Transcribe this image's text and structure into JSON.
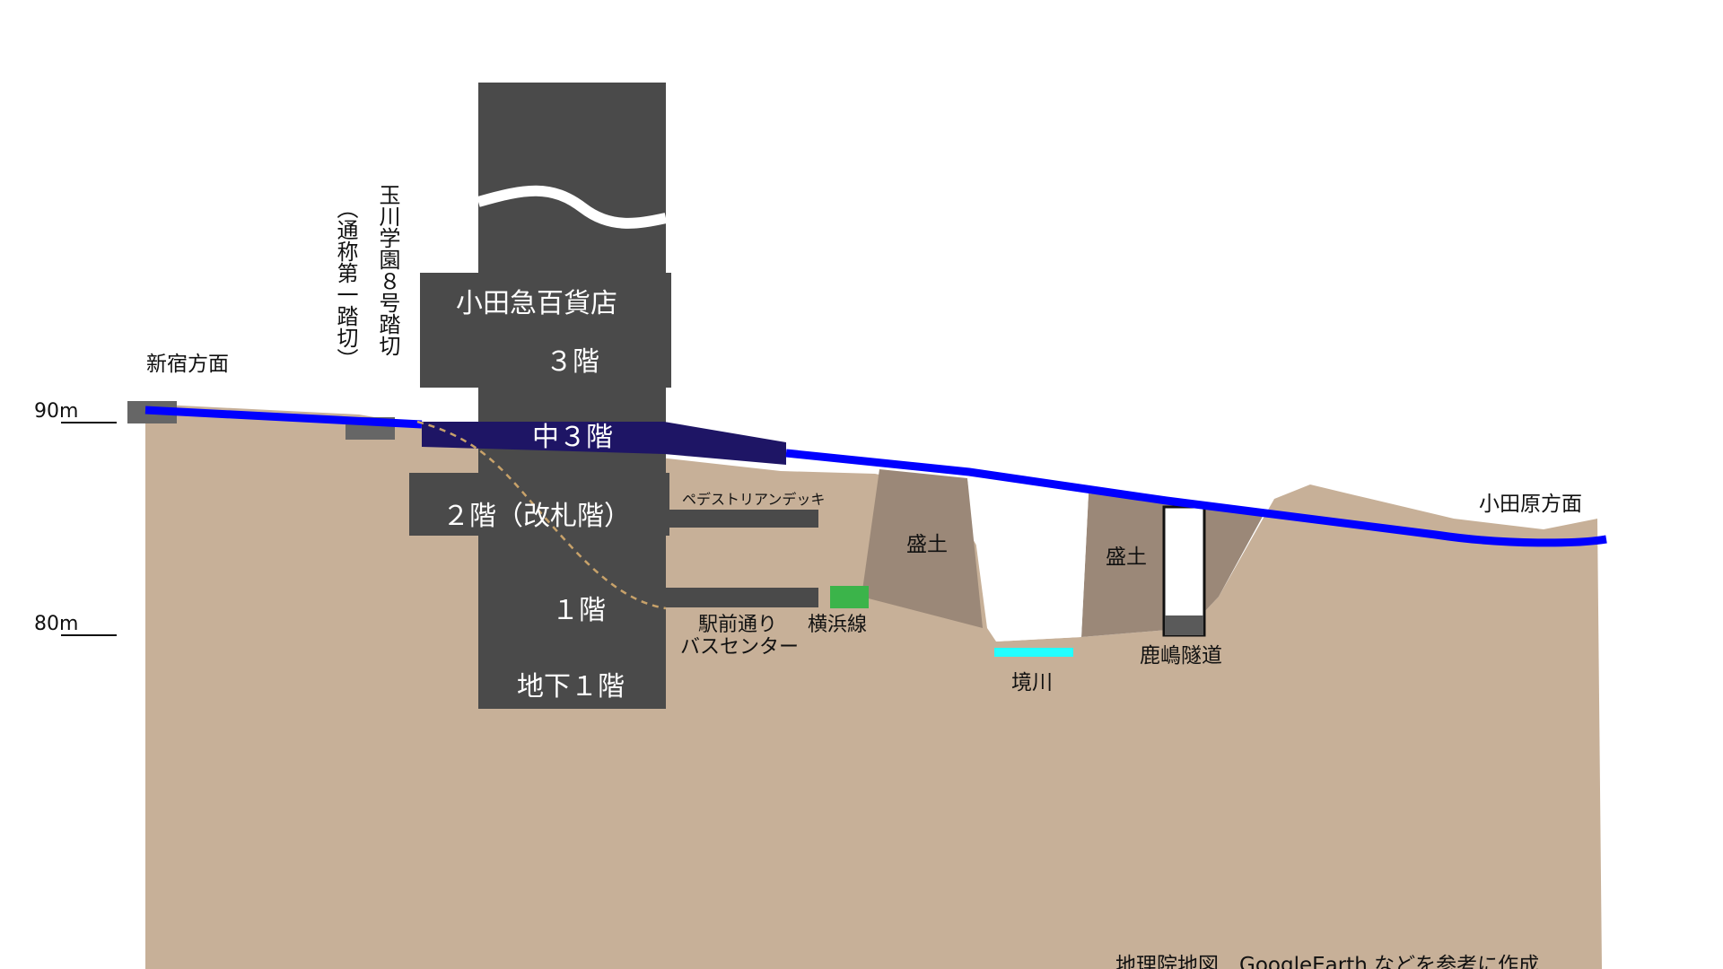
{
  "elevation": {
    "m90": "90m",
    "m80": "80m"
  },
  "directions": {
    "shinjuku": "新宿方面",
    "odawara": "小田原方面"
  },
  "crossing": {
    "name": "玉川学園８号踏切",
    "alias": "（通称第一踏切）"
  },
  "building": {
    "name": "小田急百貨店",
    "floor3": "３階",
    "floorMid3": "中３階",
    "floor2": "２階（改札階）",
    "floor1": "１階",
    "floorB1": "地下１階"
  },
  "labels": {
    "deck": "ペデストリアンデッキ",
    "bus1": "駅前通り",
    "bus2": "バスセンター",
    "yokohama": "横浜線",
    "embank1": "盛土",
    "embank2": "盛土",
    "river": "境川",
    "tunnel": "鹿嶋隧道"
  },
  "credit": "地理院地図　GoogleEarth などを参考に作成",
  "colors": {
    "ground": "#c7b098",
    "embankment": "#9b8878",
    "building": "#4a4a4a",
    "track": "#0000ff",
    "platform": "#1e1565",
    "river": "#22ffff",
    "yokohama": "#3bb44a",
    "structure": "#5a5a5a"
  }
}
